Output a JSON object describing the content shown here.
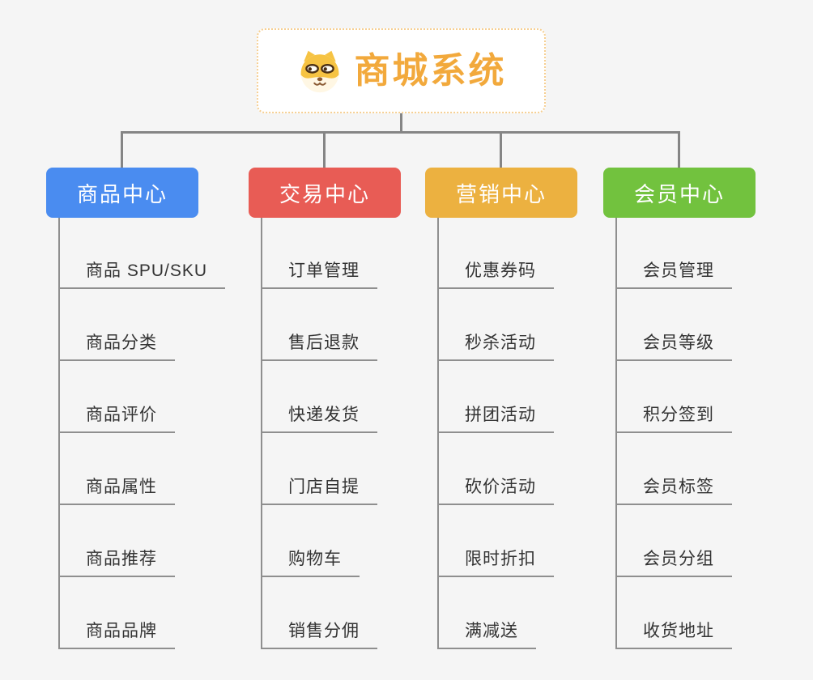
{
  "root": {
    "title": "商城系统",
    "icon": "dog-face-icon"
  },
  "colors": {
    "background": "#f5f5f5",
    "connector": "#858585",
    "root_text": "#f2a93c",
    "root_border": "#f6cf92",
    "leaf_text": "#333333",
    "leaf_line": "#8f8f8f"
  },
  "branches": [
    {
      "label": "商品中心",
      "color": "#4a8cf0",
      "children": [
        "商品 SPU/SKU",
        "商品分类",
        "商品评价",
        "商品属性",
        "商品推荐",
        "商品品牌"
      ]
    },
    {
      "label": "交易中心",
      "color": "#e85c55",
      "children": [
        "订单管理",
        "售后退款",
        "快递发货",
        "门店自提",
        "购物车",
        "销售分佣"
      ]
    },
    {
      "label": "营销中心",
      "color": "#ecb140",
      "children": [
        "优惠券码",
        "秒杀活动",
        "拼团活动",
        "砍价活动",
        "限时折扣",
        "满减送"
      ]
    },
    {
      "label": "会员中心",
      "color": "#72c23e",
      "children": [
        "会员管理",
        "会员等级",
        "积分签到",
        "会员标签",
        "会员分组",
        "收货地址"
      ]
    }
  ]
}
